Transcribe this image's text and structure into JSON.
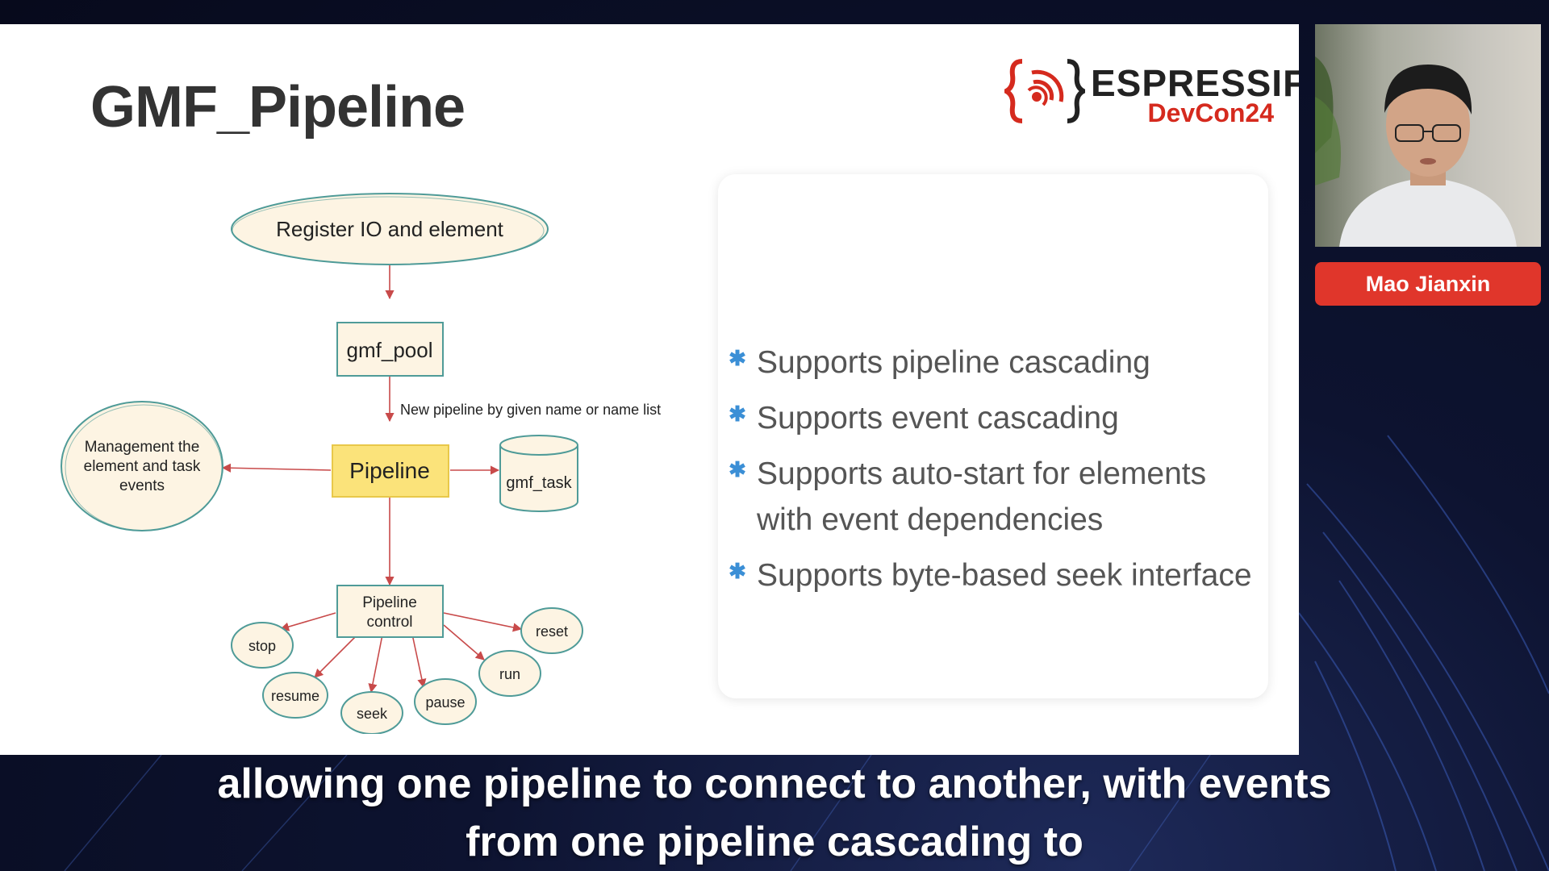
{
  "slide": {
    "title": "GMF_Pipeline",
    "logo": {
      "brand": "ESPRESSIF",
      "event": "DevCon24"
    }
  },
  "diagram": {
    "register": "Register IO and element",
    "pool": "gmf_pool",
    "edge_label": "New  pipeline by given name or name list",
    "management_lines": [
      "Management the",
      "element and task",
      "events"
    ],
    "pipeline": "Pipeline",
    "task": "gmf_task",
    "control_lines": [
      "Pipeline",
      "control"
    ],
    "actions": [
      "stop",
      "reset",
      "run",
      "resume",
      "seek",
      "pause"
    ]
  },
  "features": [
    "Supports pipeline cascading",
    "Supports event cascading",
    "Supports auto-start for elements with event dependencies",
    "Supports byte-based seek interface"
  ],
  "speaker": {
    "name": "Mao Jianxin"
  },
  "captions": {
    "line1": "allowing one pipeline to connect to another, with events",
    "line2": "from one pipeline cascading to"
  },
  "colors": {
    "accent": "#e0362b",
    "bullet": "#3b8fd6",
    "pipeline_fill": "#fbe37a"
  }
}
